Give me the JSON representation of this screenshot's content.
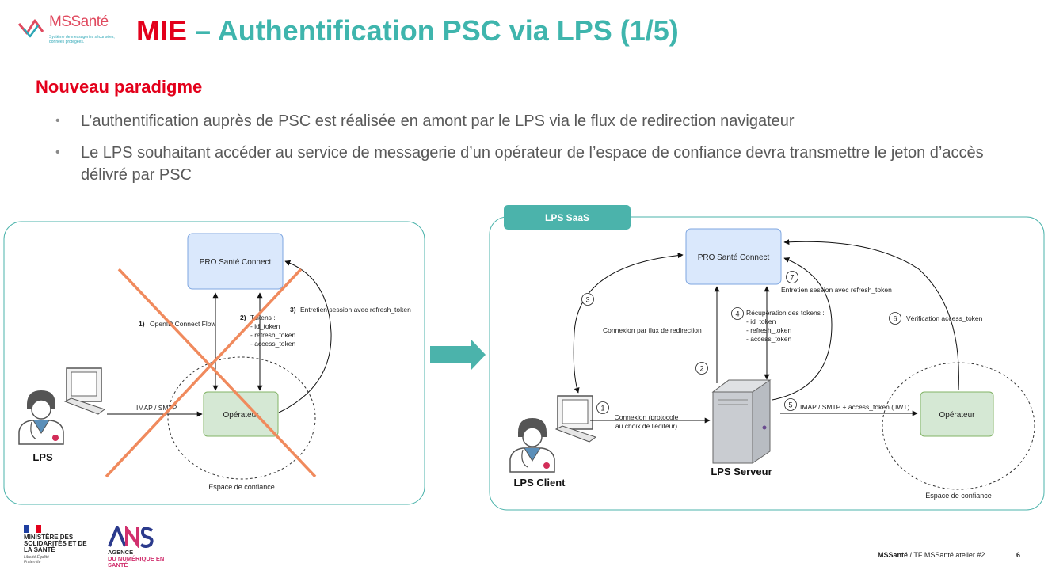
{
  "logo": {
    "name": "MSSanté",
    "tagline": "Système de messageries sécurisées, données protégées."
  },
  "title": {
    "part1": "MIE",
    "part2": " – Authentification PSC via LPS (1/5)"
  },
  "subtitle": "Nouveau paradigme",
  "bullets": [
    "L’authentification auprès de PSC est réalisée en amont par le LPS via le flux de redirection navigateur",
    "Le LPS souhaitant accéder au service de messagerie d’un opérateur de l’espace de confiance devra transmettre le jeton d’accès délivré par PSC"
  ],
  "left": {
    "psc": "PRO Santé Connect",
    "operateur": "Opérateur",
    "lps": "LPS",
    "espace": "Espace de confiance",
    "imap": "IMAP / SMTP",
    "flow1_num": "1)",
    "flow1": "OpenID Connect Flow",
    "flow2_num": "2)",
    "flow2_title": "Tokens :",
    "flow2_items": [
      "- id_token",
      "- refresh_token",
      "- access_token"
    ],
    "flow3_num": "3)",
    "flow3": "Entretien session avec refresh_token"
  },
  "right": {
    "badge": "LPS SaaS",
    "psc": "PRO Santé Connect",
    "operateur": "Opérateur",
    "client": "LPS Client",
    "serveur": "LPS Serveur",
    "espace": "Espace de confiance",
    "step1": "1",
    "step1_text": [
      "Connexion (protocole",
      "au choix de l'éditeur)"
    ],
    "step2": "2",
    "step3": "3",
    "step3_text": "Connexion par flux de redirection",
    "step4": "4",
    "step4_title": "Récupération des tokens :",
    "step4_items": [
      "- id_token",
      "- refresh_token",
      "- access_token"
    ],
    "step5": "5",
    "step5_text": "IMAP / SMTP + access_token (JWT)",
    "step6": "6",
    "step6_text": "Vérification access_token",
    "step7": "7",
    "step7_text": "Entretien session avec refresh_token"
  },
  "footer": {
    "ministry": "MINISTÈRE DES SOLIDARITÉS ET DE LA SANTÉ",
    "motto": "Liberté Égalité Fraternité",
    "ans_line1": "AGENCE",
    "ans_line2": "DU NUMÉRIQUE EN SANTÉ",
    "brand": "MSSanté",
    "right": " / TF MSSanté atelier #2",
    "page": "6"
  },
  "colors": {
    "red": "#e3001b",
    "teal": "#3fb5ad",
    "psc_box": "#dae8fc",
    "op_box": "#d5e8d4",
    "cross": "#f08a5d"
  }
}
